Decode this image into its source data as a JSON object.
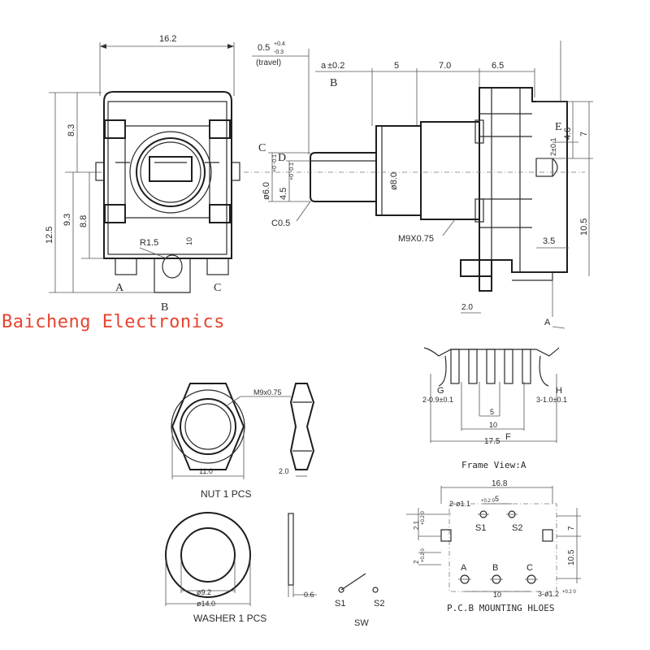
{
  "brand": {
    "name": "Baicheng Electronics",
    "color": "#e8432e"
  },
  "front_view": {
    "dims": {
      "width": "16.2",
      "h_top": "8.3",
      "h_total": "12.5",
      "h_mid": "9.3",
      "h_inner": "8.8",
      "radius": "R1.5",
      "ten": "10"
    },
    "pins": {
      "a": "A",
      "b": "B",
      "c": "C"
    }
  },
  "side_view": {
    "dims": {
      "travel": "0.5",
      "travel_tol_up": "+0.4",
      "travel_tol_dn": "-0.3",
      "travel_note": "(travel)",
      "a": "a",
      "a_tol": "±0.2",
      "b": "B",
      "five": "5",
      "seven": "7.0",
      "six5": "6.5",
      "c": "C",
      "d": "D",
      "shaft_dia": "ø6.0",
      "shaft_dia_tol": "+0 -0.1",
      "flat": "4.5",
      "flat_tol": "+0 -0.1",
      "body_dia": "ø8.0",
      "chamfer": "C0.5",
      "thread": "M9X0.75",
      "e": "E",
      "two": "2±0.1",
      "four6": "4.6",
      "seven_r": "7",
      "ten5": "10.5",
      "three5": "3.5",
      "two0": "2.0",
      "view_a": "A"
    }
  },
  "frame_view": {
    "title": "Frame View:A",
    "labels": {
      "g": "G",
      "h": "H",
      "f": "F"
    },
    "dims": {
      "left": "2-0.9±0.1",
      "right": "3-1.0±0.1",
      "five": "5",
      "ten": "10",
      "total": "17.5"
    }
  },
  "nut": {
    "thread": "M9x0.75",
    "width": "11.0",
    "thick": "2.0",
    "caption": "NUT 1 PCS"
  },
  "washer": {
    "inner": "ø9.2",
    "outer": "ø14.0",
    "thick": "0.6",
    "caption": "WASHER  1 PCS"
  },
  "switch": {
    "s1": "S1",
    "s2": "S2",
    "caption": "SW"
  },
  "pcb": {
    "title": "P.C.B MOUNTING HLOES",
    "dims": {
      "width": "16.8",
      "s_holes": "2-ø1.1",
      "s_tol": "+0.2 0",
      "five": "5",
      "seven": "7",
      "ten5": "10.5",
      "ten": "10",
      "abc_holes": "3-ø1.2",
      "abc_tol": "+0.2 0",
      "side1": "2.1",
      "side1_tol": "+0.2 0",
      "side2": "2",
      "side2_tol": "+0.2 0"
    },
    "labels": {
      "s1": "S1",
      "s2": "S2",
      "a": "A",
      "b": "B",
      "c": "C"
    }
  }
}
